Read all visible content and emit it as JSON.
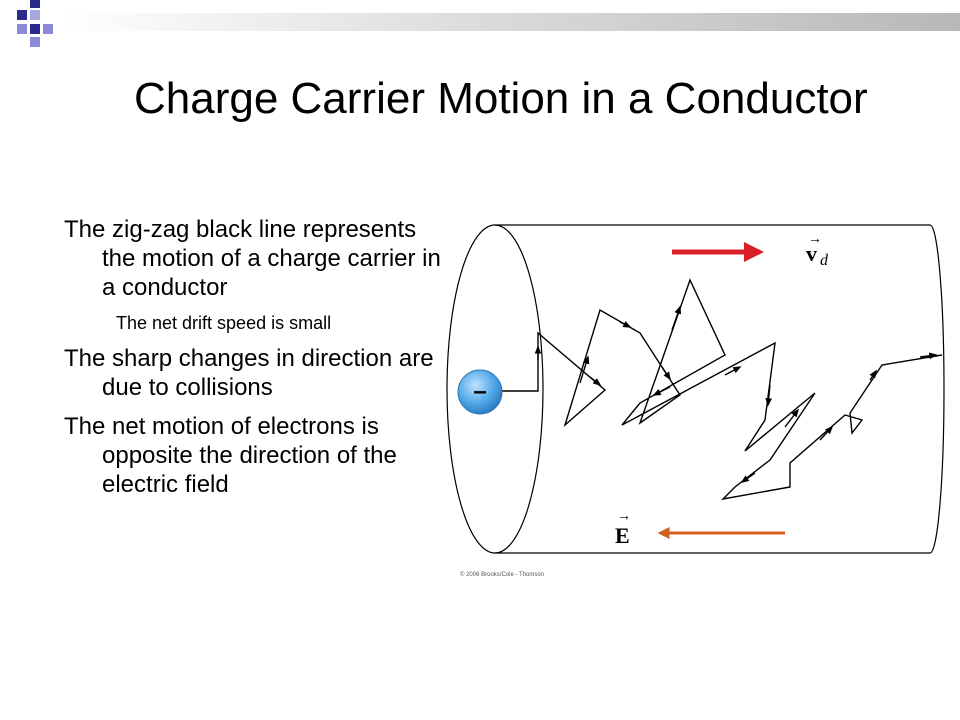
{
  "slide": {
    "title": "Charge Carrier Motion in a Conductor",
    "bullets": [
      {
        "text": "The zig-zag black line represents the motion of a charge carrier in a conductor",
        "sub": [
          "The net drift speed is small"
        ]
      },
      {
        "text": "The sharp changes in direction are due to collisions",
        "sub": []
      },
      {
        "text": "The net motion of electrons is opposite the direction of the electric field",
        "sub": []
      }
    ]
  },
  "figure": {
    "electron_label": "–",
    "drift_velocity_symbol": "v",
    "drift_velocity_subscript": "d",
    "field_symbol": "E",
    "copyright": "© 2006 Brooks/Cole - Thomson",
    "colors": {
      "drift_arrow": "#d9202a",
      "field_arrow": "#d35f1f",
      "electron": "#4ea6e6",
      "path": "#000000"
    }
  },
  "theme": {
    "accent_squares": [
      "#2a2a8c",
      "#8a8ad6"
    ],
    "header_bar": "#c8c8c8"
  }
}
